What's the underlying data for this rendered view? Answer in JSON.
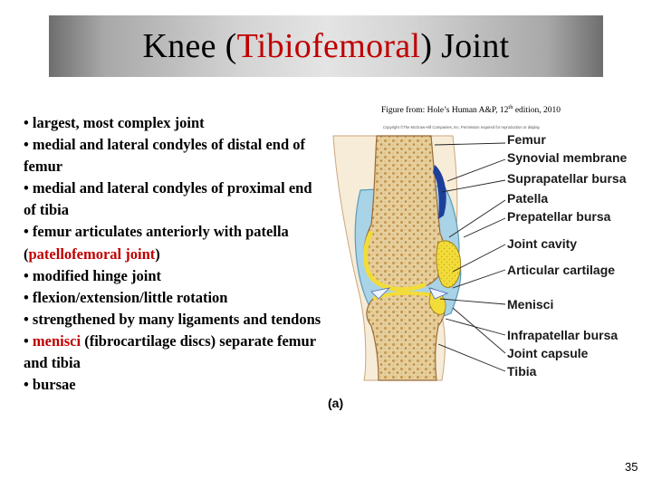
{
  "title": {
    "part1": "Knee (",
    "highlight": "Tibiofemoral",
    "part2": ") Joint"
  },
  "bullets": [
    {
      "text": "• largest, most complex joint"
    },
    {
      "text": "• medial and lateral condyles of distal end of femur"
    },
    {
      "text": "• medial and lateral condyles of proximal end of tibia"
    },
    {
      "text_before": "• femur articulates anteriorly with patella (",
      "highlight": "patellofemoral joint",
      "text_after": ")"
    },
    {
      "text": "• modified hinge joint"
    },
    {
      "text": "• flexion/extension/little rotation"
    },
    {
      "text": "• strengthened by many ligaments and tendons"
    },
    {
      "text_before": "• ",
      "highlight": "menisci",
      "text_after": " (fibrocartilage discs) separate femur and tibia"
    },
    {
      "text": "• bursae"
    }
  ],
  "figure": {
    "caption_pre": "Figure from: Hole’s Human A&P, 12",
    "caption_sup": "th",
    "caption_post": " edition, 2010",
    "copyright": "Copyright ©The McGraw-Hill Companies, Inc. Permission required for reproduction or display.",
    "labels": [
      "Femur",
      "Synovial membrane",
      "Suprapatellar bursa",
      "Patella",
      "Prepatellar bursa",
      "Joint cavity",
      "Articular cartilage",
      "Menisci",
      "Infrapatellar bursa",
      "Joint capsule",
      "Tibia"
    ],
    "letter": "(a)"
  },
  "page_number": "35",
  "colors": {
    "highlight": "#c00000",
    "bone": "#e8d3a8",
    "cartilage": "#f2dc3a",
    "synovial": "#a9d3e6"
  }
}
